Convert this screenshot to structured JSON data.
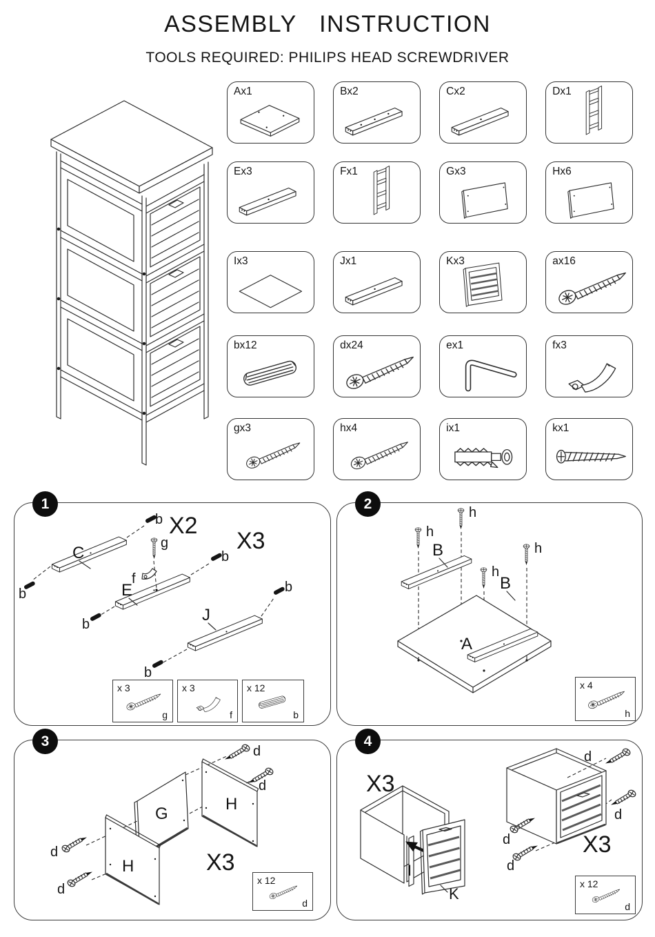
{
  "title": "ASSEMBLY   INSTRUCTION",
  "subtitle": "TOOLS REQUIRED: PHILIPS HEAD SCREWDRIVER",
  "parts": [
    {
      "label": "Ax1",
      "icon": "flat-panel-icon"
    },
    {
      "label": "Bx2",
      "icon": "rail-with-holes-icon"
    },
    {
      "label": "Cx2",
      "icon": "rail-icon"
    },
    {
      "label": "Dx1",
      "icon": "ladder-frame-icon"
    },
    {
      "label": "Ex3",
      "icon": "rail-icon"
    },
    {
      "label": "Fx1",
      "icon": "ladder-frame-icon"
    },
    {
      "label": "Gx3",
      "icon": "side-panel-icon"
    },
    {
      "label": "Hx6",
      "icon": "side-panel-icon"
    },
    {
      "label": "Ix3",
      "icon": "flat-sheet-icon"
    },
    {
      "label": "Jx1",
      "icon": "rail-icon"
    },
    {
      "label": "Kx3",
      "icon": "slatted-front-icon"
    },
    {
      "label": "ax16",
      "icon": "screw-icon"
    },
    {
      "label": "bx12",
      "icon": "dowel-icon"
    },
    {
      "label": "dx24",
      "icon": "screw-icon"
    },
    {
      "label": "ex1",
      "icon": "allen-key-icon"
    },
    {
      "label": "fx3",
      "icon": "bracket-icon"
    },
    {
      "label": "gx3",
      "icon": "screw-icon"
    },
    {
      "label": "hx4",
      "icon": "screw-icon"
    },
    {
      "label": "ix1",
      "icon": "wall-anchor-icon"
    },
    {
      "label": "kx1",
      "icon": "long-screw-icon"
    }
  ],
  "steps": {
    "step1": {
      "number": "1",
      "multiplier_top": "X2",
      "multiplier": "X3",
      "rail_c": "C",
      "rail_e": "E",
      "rail_j": "J",
      "dowel_code": "b",
      "screw_code": "g",
      "bracket_code": "f",
      "hardware": [
        {
          "qty": "x 3",
          "code": "g",
          "icon": "screw-icon"
        },
        {
          "qty": "x 3",
          "code": "f",
          "icon": "bracket-icon"
        },
        {
          "qty": "x 12",
          "code": "b",
          "icon": "dowel-icon"
        }
      ]
    },
    "step2": {
      "number": "2",
      "panel_a": "A",
      "rail_b": "B",
      "screw_code": "h",
      "hardware": [
        {
          "qty": "x 4",
          "code": "h",
          "icon": "screw-icon"
        }
      ]
    },
    "step3": {
      "number": "3",
      "panel_g": "G",
      "panel_h": "H",
      "screw_code": "d",
      "multiplier": "X3",
      "hardware": [
        {
          "qty": "x 12",
          "code": "d",
          "icon": "screw-icon"
        }
      ]
    },
    "step4": {
      "number": "4",
      "bottom_panel": "I",
      "front_panel": "K",
      "screw_code": "d",
      "multiplier_left": "X3",
      "multiplier_right": "X3",
      "hardware": [
        {
          "qty": "x 12",
          "code": "d",
          "icon": "screw-icon"
        }
      ]
    }
  }
}
